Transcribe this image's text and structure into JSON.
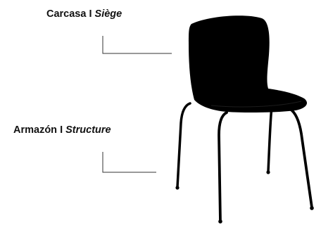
{
  "callouts": {
    "seat": {
      "primary": "Carcasa",
      "separator": " I ",
      "secondary": "Siège"
    },
    "frame": {
      "primary": "Armazón",
      "separator": " I ",
      "secondary": "Structure"
    }
  },
  "colors": {
    "chair": "#000000",
    "leader_line": "#333333",
    "text": "#111111"
  }
}
